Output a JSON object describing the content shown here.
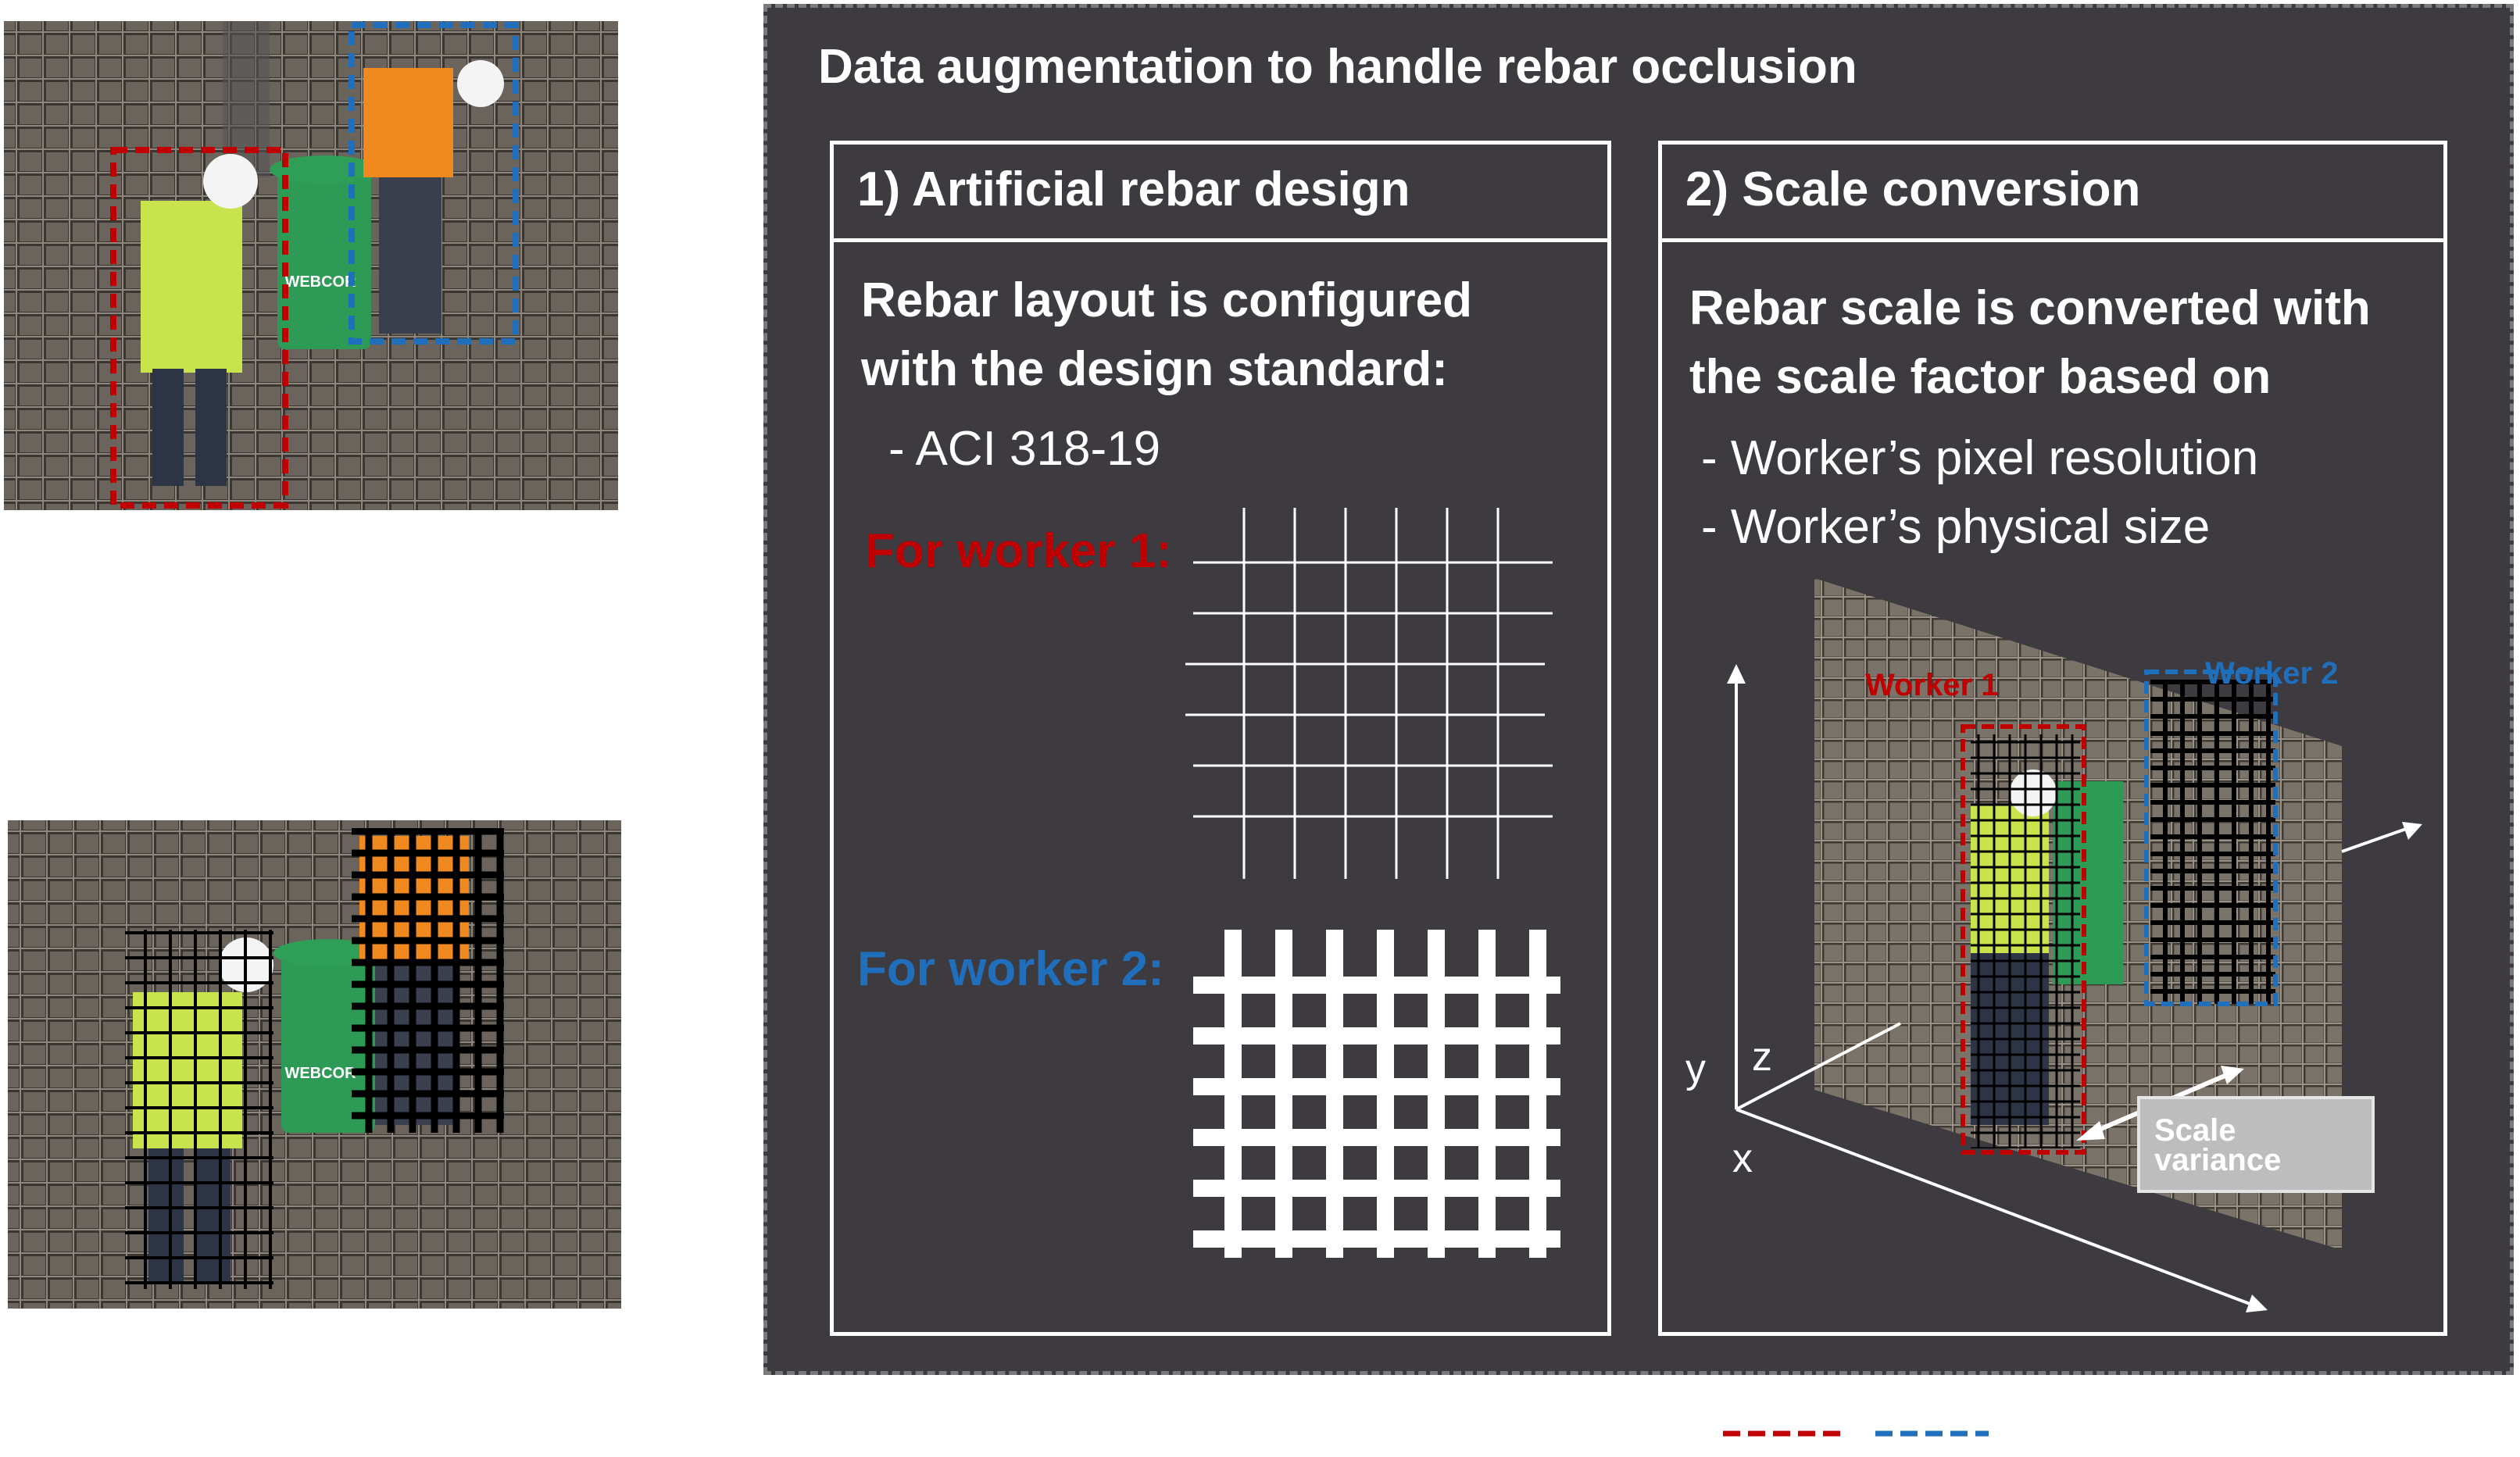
{
  "main_title": "Data augmentation to handle rebar occlusion",
  "panel1": {
    "title": "1) Artificial rebar design",
    "text_line1": "Rebar layout is configured",
    "text_line2": "with the design standard:",
    "bullet1": "-  ACI 318-19",
    "worker1_label": "For worker 1:",
    "worker2_label": "For worker 2:"
  },
  "panel2": {
    "title": "2) Scale conversion",
    "text_line1": "Rebar scale is converted with",
    "text_line2": "the scale factor based on",
    "bullet1": "-  Worker’s pixel resolution",
    "bullet2": "-  Worker’s physical size",
    "worker1_tag": "Worker 1",
    "worker2_tag": "Worker 2",
    "scale_label_1": "Scale",
    "scale_label_2": "variance",
    "axis_x": "x",
    "axis_y": "y",
    "axis_z": "z"
  },
  "photo_top": {
    "bucket_text": "WEBCOR"
  },
  "photo_bottom": {
    "bucket_text": "WEBCOR"
  },
  "colors": {
    "worker1": "#c00000",
    "worker2": "#1f6fbd",
    "panel_bg": "#3d3b40"
  }
}
